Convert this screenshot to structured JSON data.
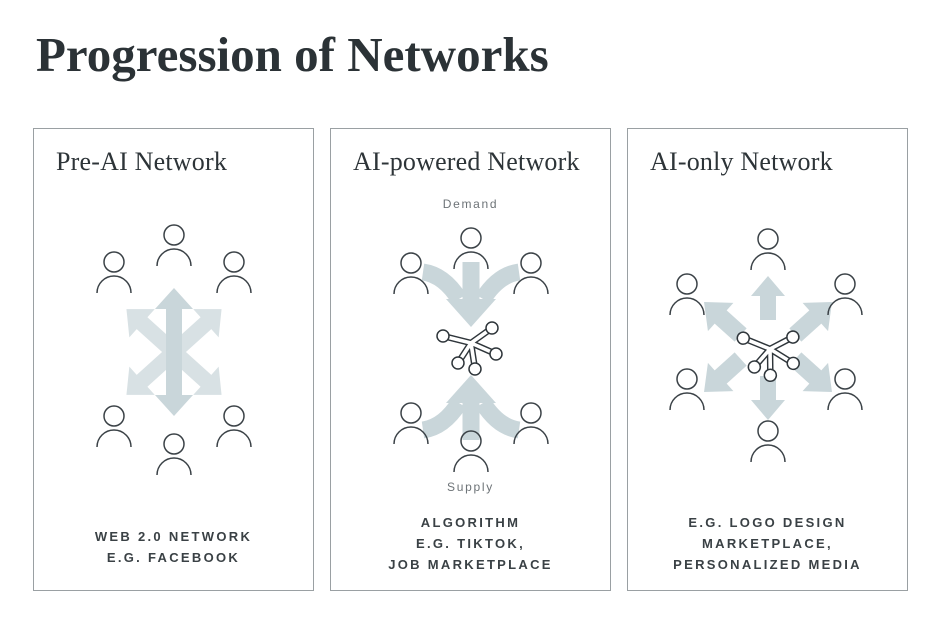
{
  "page": {
    "title": "Progression of Networks"
  },
  "colors": {
    "background": "#ffffff",
    "panel_border": "#9aa0a3",
    "title_ink": "#2b3236",
    "icon_stroke": "#3b4247",
    "arrow_fill": "#c9d6da",
    "arrow_fill_light": "#d8e1e4",
    "flow_label_gray": "#6d7377",
    "caption_ink": "#3a4145"
  },
  "panels": [
    {
      "id": "pre-ai-network",
      "title": "Pre-AI Network",
      "people_count": 6,
      "center_icon": "six-way-arrows",
      "caption_lines": [
        "WEB 2.0 NETWORK",
        "E.G. FACEBOOK"
      ]
    },
    {
      "id": "ai-powered-network",
      "title": "AI-powered Network",
      "top_label": "Demand",
      "bottom_label": "Supply",
      "people_count": 6,
      "center_icon": "algorithm-node",
      "caption_lines": [
        "ALGORITHM",
        "E.G. TIKTOK,",
        "JOB MARKETPLACE"
      ]
    },
    {
      "id": "ai-only-network",
      "title": "AI-only Network",
      "people_count": 6,
      "center_icon": "algorithm-node",
      "caption_lines": [
        "E.G. LOGO DESIGN",
        "MARKETPLACE,",
        "PERSONALIZED MEDIA"
      ]
    }
  ]
}
